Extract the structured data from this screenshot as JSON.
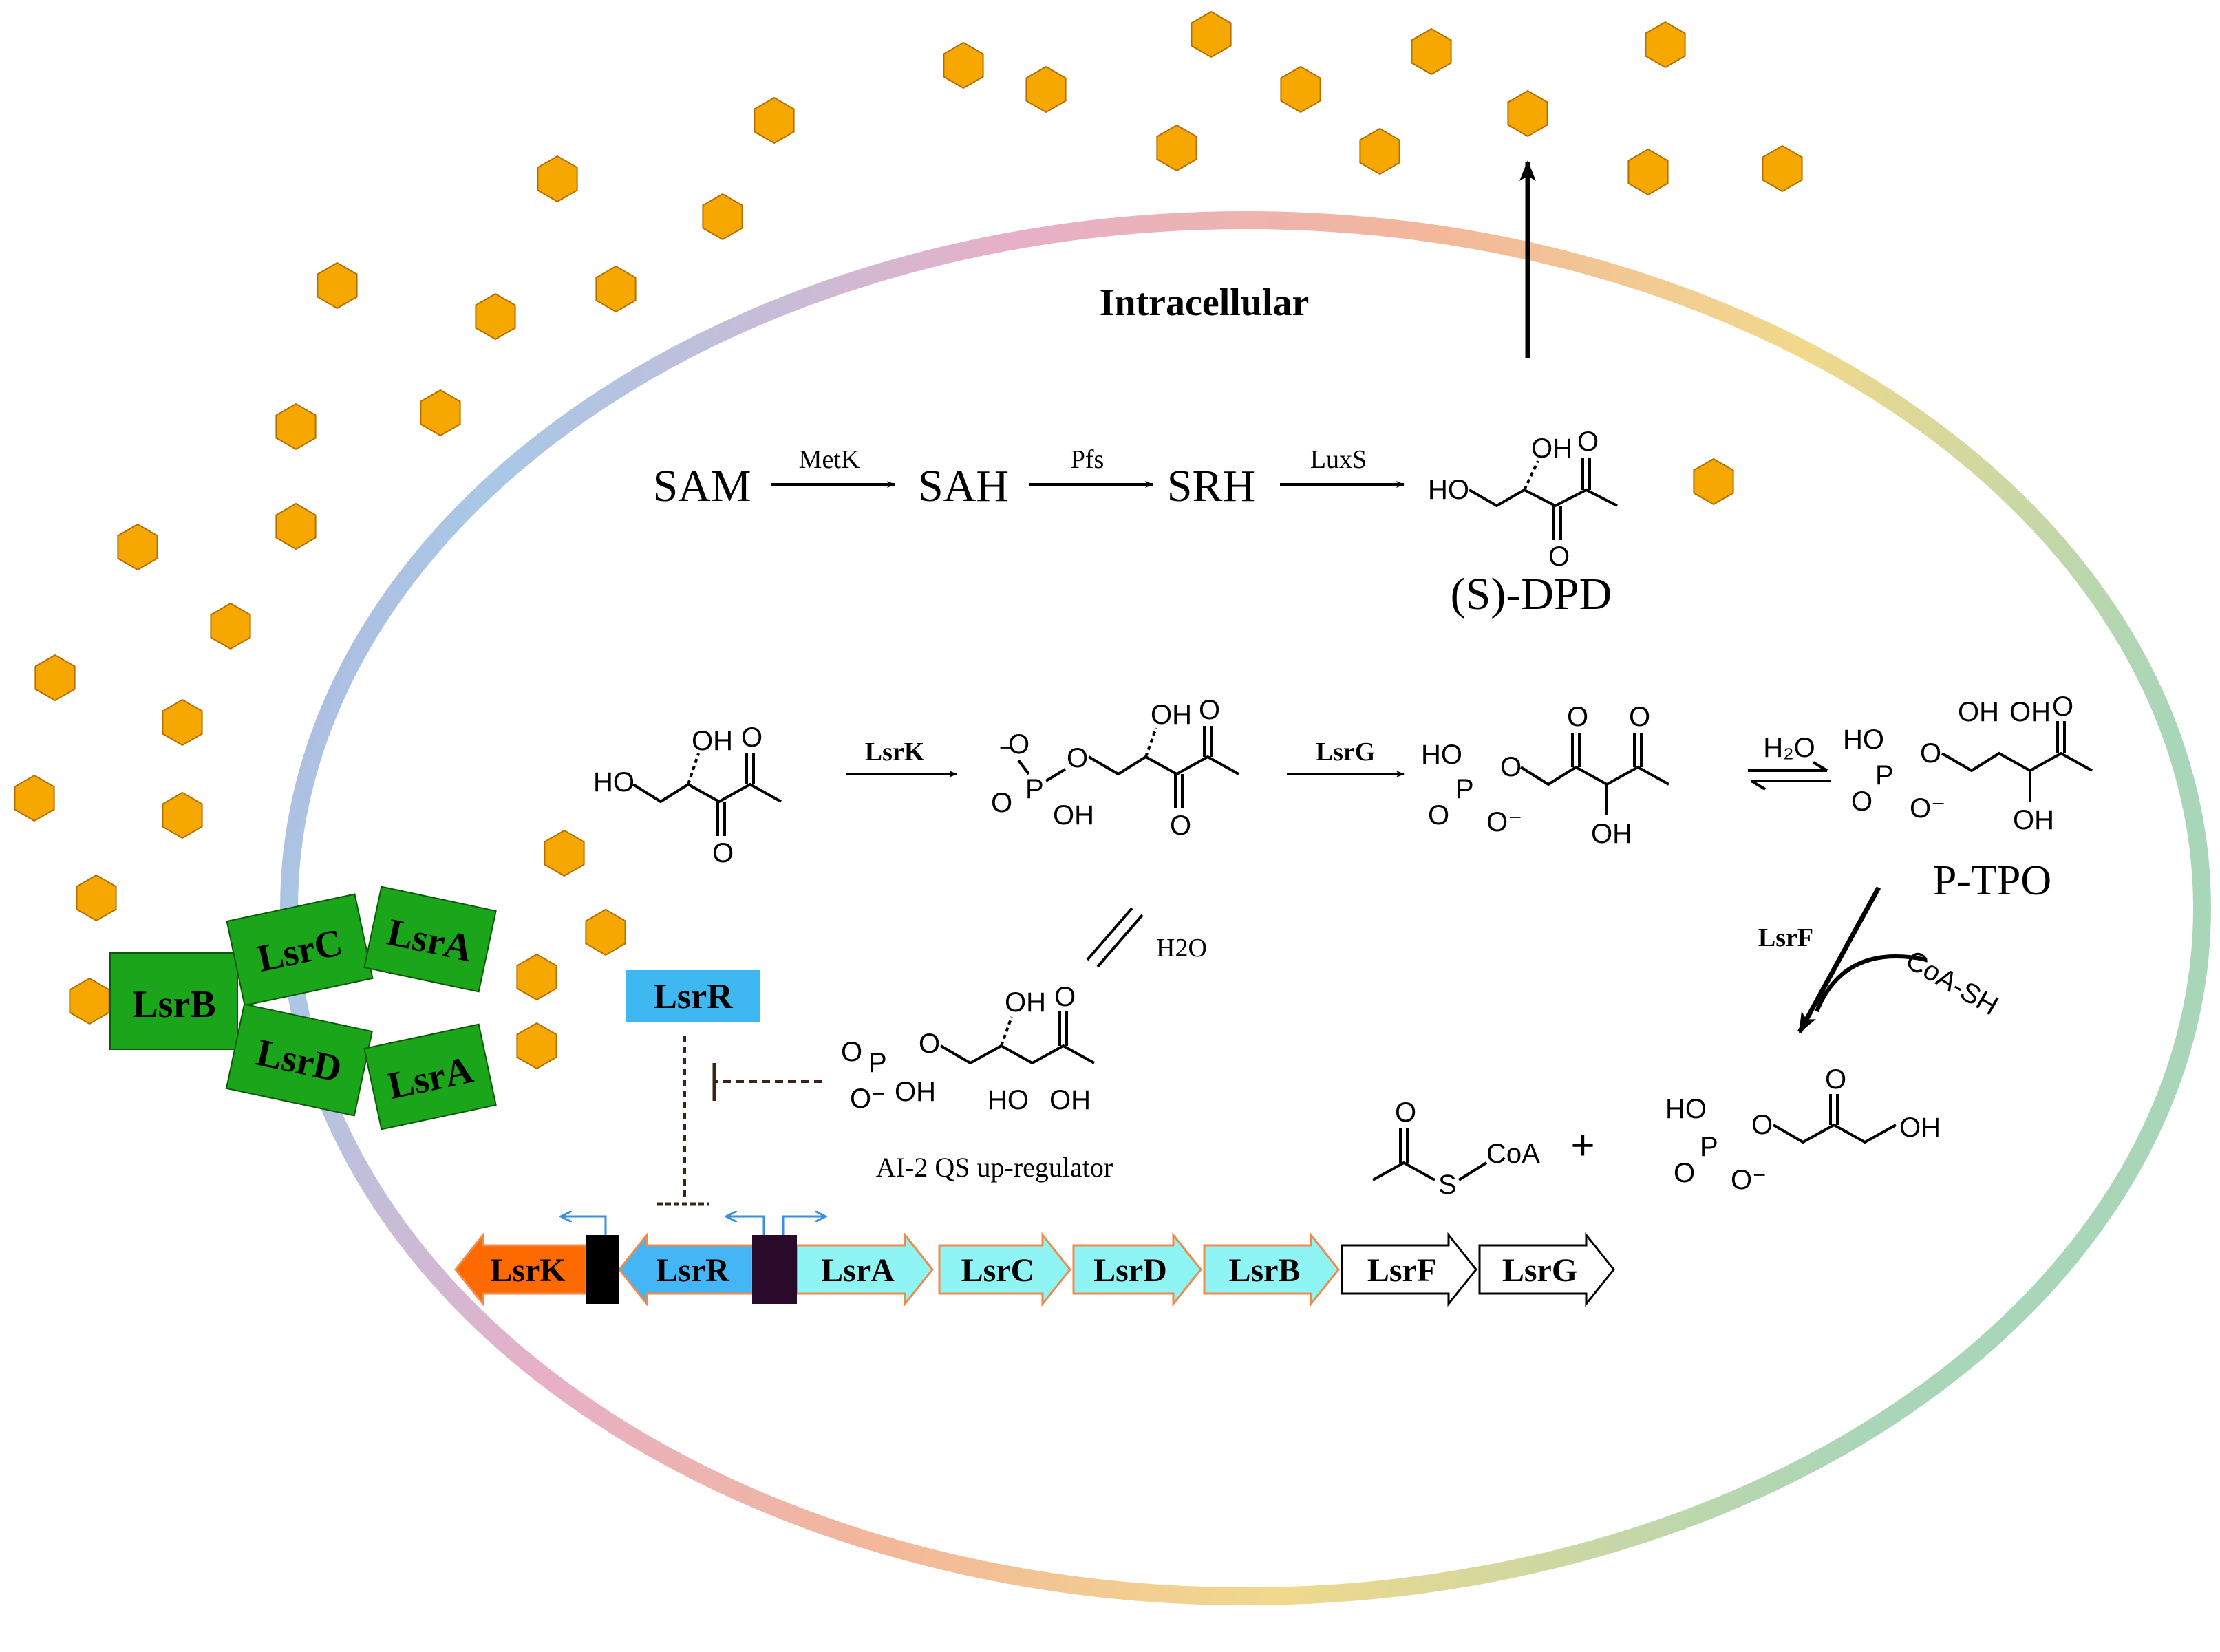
{
  "title": "Intracellular",
  "pathway": {
    "sam": "SAM",
    "metk": "MetK",
    "sah": "SAH",
    "pfs": "Pfs",
    "srh": "SRH",
    "luxs": "LuxS",
    "s_dpd": "(S)-DPD"
  },
  "reactions": {
    "lsrk": "LsrK",
    "lsrg": "LsrG",
    "h2o_a": "H₂O",
    "h2o_b": "H2O",
    "p_tpo": "P-TPO",
    "lsrf": "LsrF",
    "coa_sh": "CoA-SH",
    "plus": "+",
    "regulator_caption": "AI-2 QS up-regulator"
  },
  "atoms": {
    "oh": "OH",
    "ho": "HO",
    "o": "O",
    "p": "P",
    "coa": "CoA",
    "s": "S",
    "o_minus": "O⁻",
    "minus": "−"
  },
  "transporter": {
    "lsrb": "LsrB",
    "lsrc": "LsrC",
    "lsrd": "LsrD",
    "lsra_top": "LsrA",
    "lsra_bottom": "LsrA"
  },
  "regulator_box": "LsrR",
  "operon": [
    {
      "label": "LsrK",
      "color": "#ff6a00"
    },
    {
      "label": "LsrR",
      "color": "#45b6f5"
    },
    {
      "label": "LsrA",
      "color": "#8ff4f4"
    },
    {
      "label": "LsrC",
      "color": "#8ff4f4"
    },
    {
      "label": "LsrD",
      "color": "#8ff4f4"
    },
    {
      "label": "LsrB",
      "color": "#8ff4f4"
    },
    {
      "label": "LsrF",
      "color": "#ffffff"
    },
    {
      "label": "LsrG",
      "color": "#ffffff"
    }
  ],
  "colors": {
    "ai2": "#f7a800",
    "transporter": "#1aa51a",
    "lsrr_box": "#3fb7f0",
    "promoter_arrow": "#3a8fe0"
  }
}
